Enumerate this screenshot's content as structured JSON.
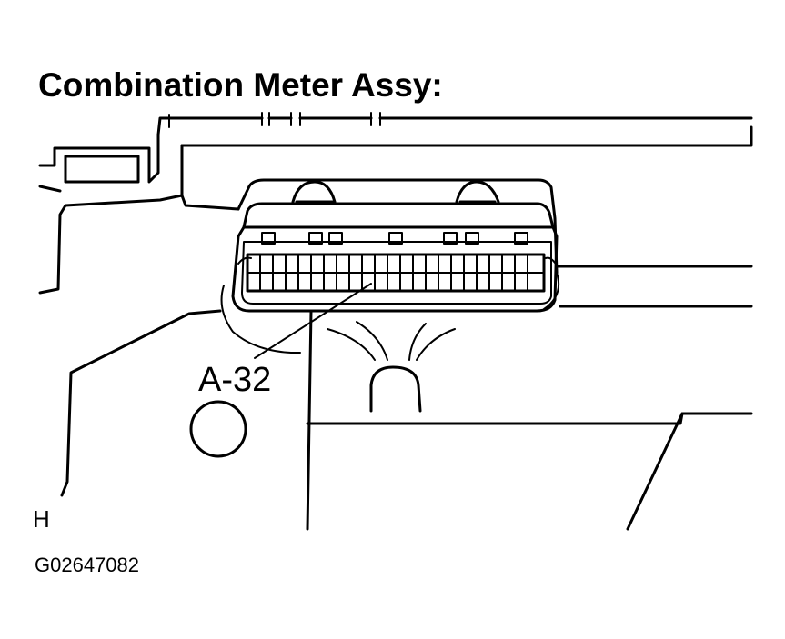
{
  "diagram": {
    "title": "Combination Meter Assy:",
    "connector_label": "A-32",
    "corner_label": "H",
    "figure_code": "G02647082"
  }
}
